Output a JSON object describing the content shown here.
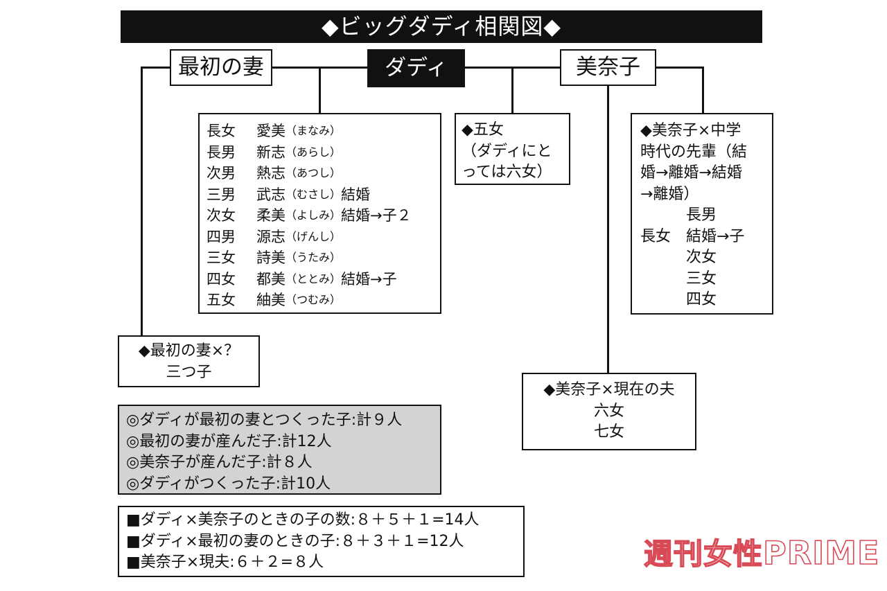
{
  "title": "◆ビッグダディ相関図◆",
  "nodes": {
    "first_wife": "最初の妻",
    "daddy": "ダディ",
    "minako": "美奈子"
  },
  "children_daddy_first_wife": [
    {
      "relation": "長女",
      "name": "愛美",
      "kana": "（まなみ）",
      "note": ""
    },
    {
      "relation": "長男",
      "name": "新志",
      "kana": "（あらし）",
      "note": ""
    },
    {
      "relation": "次男",
      "name": "熱志",
      "kana": "（あつし）",
      "note": ""
    },
    {
      "relation": "三男",
      "name": "武志",
      "kana": "（むさし）",
      "note": "結婚"
    },
    {
      "relation": "次女",
      "name": "柔美",
      "kana": "（よしみ）",
      "note": "結婚→子２"
    },
    {
      "relation": "四男",
      "name": "源志",
      "kana": "（げんし）",
      "note": ""
    },
    {
      "relation": "三女",
      "name": "詩美",
      "kana": "（うたみ）",
      "note": ""
    },
    {
      "relation": "四女",
      "name": "都美",
      "kana": "（ととみ）",
      "note": "結婚→子"
    },
    {
      "relation": "五女",
      "name": "紬美",
      "kana": "（つむみ）",
      "note": ""
    }
  ],
  "box_fifth_daughter": {
    "line1": "◆五女",
    "line2": "（ダディにと",
    "line3": "っては六女）"
  },
  "box_minako_senpai": {
    "line1": "◆美奈子×中学",
    "line2": "時代の先輩（結",
    "line3": "婚→離婚→結婚",
    "line4": "→離婚）",
    "line5": "長男",
    "line6": "長女　結婚→子",
    "line7": "次女",
    "line8": "三女",
    "line9": "四女"
  },
  "box_first_wife_other": {
    "line1": "◆最初の妻×？",
    "line2": "三つ子"
  },
  "box_minako_current": {
    "line1": "◆美奈子×現在の夫",
    "line2": "六女",
    "line3": "七女"
  },
  "summary_gray": [
    "◎ダディが最初の妻とつくった子:計９人",
    "◎最初の妻が産んだ子:計12人",
    "◎美奈子が産んだ子:計８人",
    "◎ダディがつくった子:計10人"
  ],
  "summary_white": [
    "■ダディ×美奈子のときの子の数:８＋５＋１=14人",
    "■ダディ×最初の妻のときの子:８＋３＋１=12人",
    "■美奈子×現夫:６＋２=８人"
  ],
  "logo": {
    "jp": "週刊女性",
    "en": "PRIME"
  },
  "colors": {
    "ink": "#111111",
    "gray_box": "#d3d3d3",
    "logo_red": "#d94a57"
  }
}
